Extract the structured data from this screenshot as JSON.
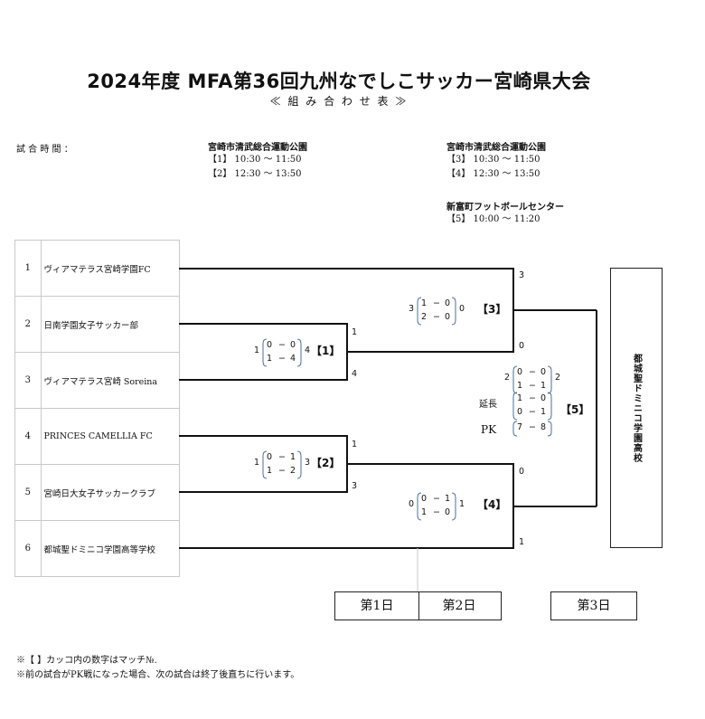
{
  "header": {
    "title": "2024年度 MFA第36回九州なでしこサッカー宮崎県大会",
    "subtitle": "≪ 組 み 合 わ せ 表 ≫"
  },
  "schedule": {
    "label": "試 合 時 間 ：",
    "venue1": "宮崎市清武総合運動公園",
    "venue1_slots": [
      "【1】 10:30 〜 11:50",
      "【2】 12:30 〜 13:50"
    ],
    "venue2": "宮崎市清武総合運動公園",
    "venue2_slots": [
      "【3】 10:30 〜 11:50",
      "【4】 12:30 〜 13:50"
    ],
    "venue3": "新富町フットボールセンター",
    "venue3_slots": [
      "【5】 10:00 〜 11:20"
    ]
  },
  "teams": [
    {
      "no": "1",
      "name": "ヴィアマテラス宮崎学園FC"
    },
    {
      "no": "2",
      "name": "日南学園女子サッカー部"
    },
    {
      "no": "3",
      "name": "ヴィアマテラス宮崎 Soreina"
    },
    {
      "no": "4",
      "name": "PRINCES CAMELLIA FC"
    },
    {
      "no": "5",
      "name": "宮崎日大女子サッカークラブ"
    },
    {
      "no": "6",
      "name": "都城聖ドミニコ学園高等学校"
    }
  ],
  "matches": {
    "m1": {
      "label": "【1】",
      "left_total": "1",
      "right_total": "4",
      "top_left": "0",
      "top_right": "0",
      "bot_left": "1",
      "bot_right": "4",
      "score_upper": "1",
      "score_lower": "4",
      "sep": "−"
    },
    "m2": {
      "label": "【2】",
      "left_total": "1",
      "right_total": "3",
      "top_left": "0",
      "top_right": "1",
      "bot_left": "1",
      "bot_right": "2",
      "score_upper": "1",
      "score_lower": "3",
      "sep": "−"
    },
    "m3": {
      "label": "【3】",
      "left_total": "3",
      "right_total": "0",
      "top_left": "1",
      "top_right": "0",
      "bot_left": "2",
      "bot_right": "0",
      "score_upper": "3",
      "score_lower": "0",
      "sep": "−"
    },
    "m4": {
      "label": "【4】",
      "left_total": "0",
      "right_total": "1",
      "top_left": "0",
      "top_right": "1",
      "bot_left": "1",
      "bot_right": "0",
      "score_upper": "0",
      "score_lower": "1",
      "sep": "−"
    },
    "m5": {
      "label": "【5】",
      "left_total": "2",
      "right_total": "2",
      "top_left": "0",
      "top_right": "0",
      "bot_left": "1",
      "bot_right": "1",
      "et_label": "延長",
      "et_top_left": "1",
      "et_top_right": "0",
      "et_bot_left": "0",
      "et_bot_right": "1",
      "pk_label": "PK",
      "pk_left": "7",
      "pk_right": "8",
      "sep": "−"
    }
  },
  "winner": "都城聖ドミニコ学園高校",
  "days": [
    "第1日",
    "第2日",
    "第3日"
  ],
  "notes": [
    "※【 】カッコ内の数字はマッチ№.",
    "※前の試合がPK戦になった場合、次の試合は終了後直ちに行います。"
  ]
}
